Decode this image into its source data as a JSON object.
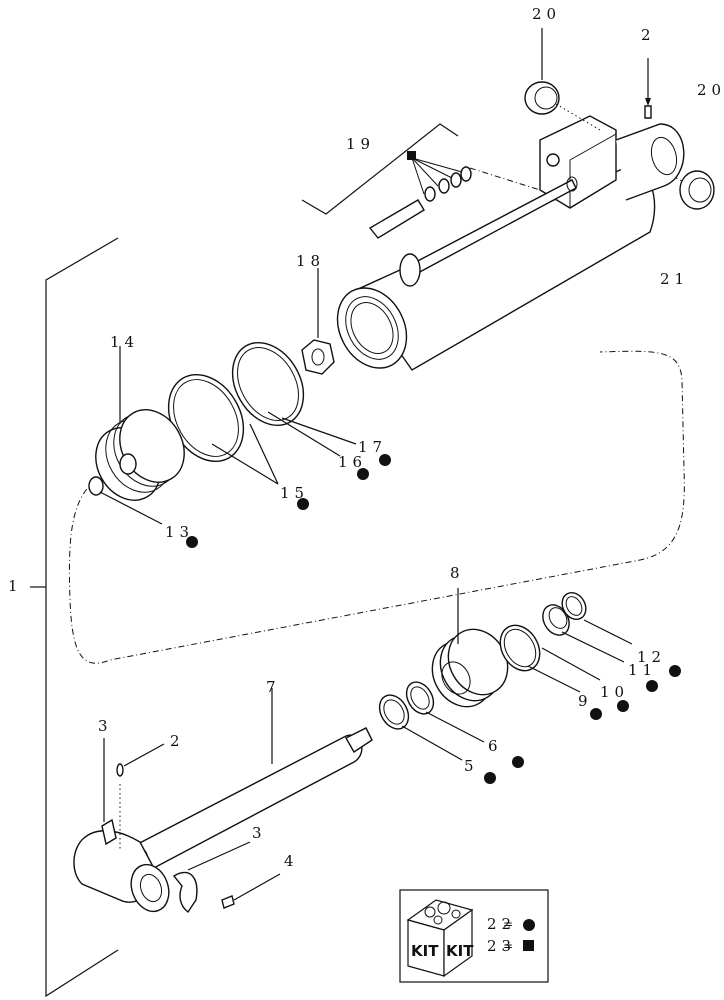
{
  "callouts": [
    {
      "id": "c1",
      "text": "1"
    },
    {
      "id": "c2a",
      "text": "2"
    },
    {
      "id": "c2b",
      "text": "2"
    },
    {
      "id": "c3a",
      "text": "3"
    },
    {
      "id": "c3b",
      "text": "3"
    },
    {
      "id": "c4",
      "text": "4"
    },
    {
      "id": "c5",
      "text": "5"
    },
    {
      "id": "c6",
      "text": "6"
    },
    {
      "id": "c7",
      "text": "7"
    },
    {
      "id": "c8",
      "text": "8"
    },
    {
      "id": "c9",
      "text": "9"
    },
    {
      "id": "c10",
      "text": "10"
    },
    {
      "id": "c11",
      "text": "11"
    },
    {
      "id": "c12",
      "text": "12"
    },
    {
      "id": "c13",
      "text": "13"
    },
    {
      "id": "c14",
      "text": "14"
    },
    {
      "id": "c15",
      "text": "15"
    },
    {
      "id": "c16",
      "text": "16"
    },
    {
      "id": "c17",
      "text": "17"
    },
    {
      "id": "c18",
      "text": "18"
    },
    {
      "id": "c19",
      "text": "19"
    },
    {
      "id": "c20a",
      "text": "20"
    },
    {
      "id": "c20b",
      "text": "20"
    },
    {
      "id": "c21",
      "text": "21"
    }
  ],
  "kit_legend": {
    "kit_label": "KIT",
    "items": [
      {
        "number": "22",
        "symbol": "circle"
      },
      {
        "number": "23",
        "symbol": "square"
      }
    ]
  },
  "colors": {
    "ink": "#111111",
    "background": "#ffffff"
  }
}
